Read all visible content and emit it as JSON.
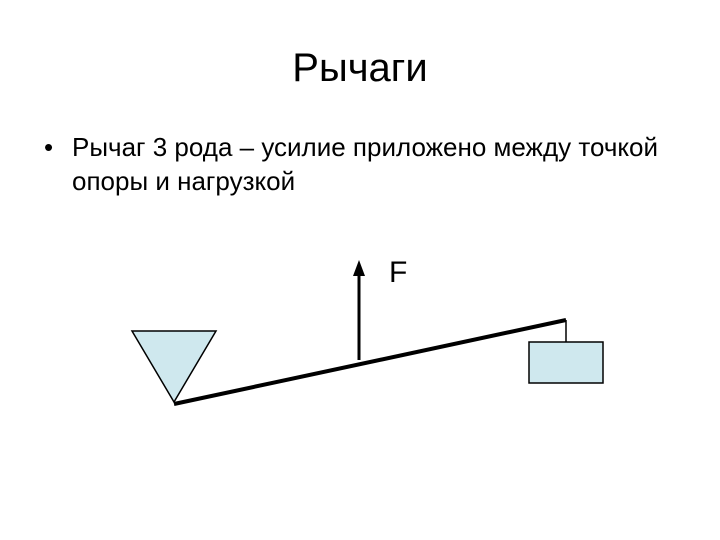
{
  "slide": {
    "title": "Рычаги",
    "bullets": [
      {
        "marker": "•",
        "text": "Рычаг 3 рода – усилие приложено между точкой опоры и нагрузкой"
      }
    ]
  },
  "diagram": {
    "force_label": "F",
    "colors": {
      "fill": "#cfe8ee",
      "stroke": "#000000"
    }
  }
}
